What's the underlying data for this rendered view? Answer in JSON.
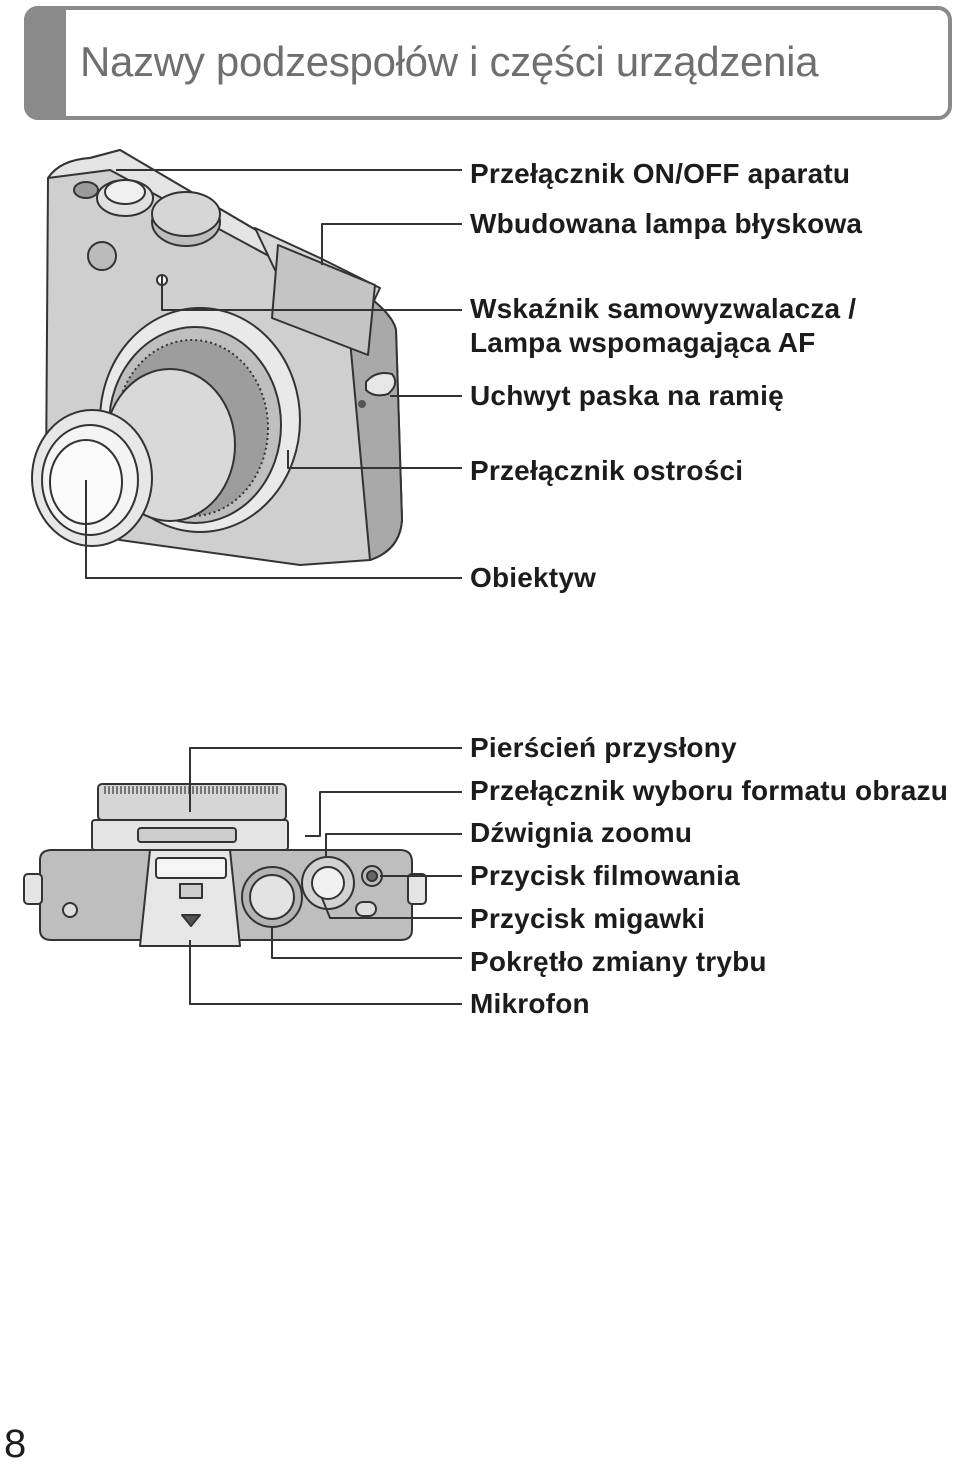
{
  "page_title": "Nazwy podzespołów i części urządzenia",
  "front_view": {
    "labels": [
      "Przełącznik ON/OFF aparatu",
      "Wbudowana lampa błyskowa",
      "Wskaźnik samowyzwalacza /",
      "Lampa wspomagająca AF",
      "Uchwyt paska na ramię",
      "Przełącznik ostrości",
      "Obiektyw"
    ]
  },
  "top_view": {
    "labels": [
      "Pierścień przysłony",
      "Przełącznik wyboru formatu obrazu",
      "Dźwignia zoomu",
      "Przycisk filmowania",
      "Przycisk migawki",
      "Pokrętło zmiany trybu",
      "Mikrofon"
    ]
  },
  "page_number": "8"
}
